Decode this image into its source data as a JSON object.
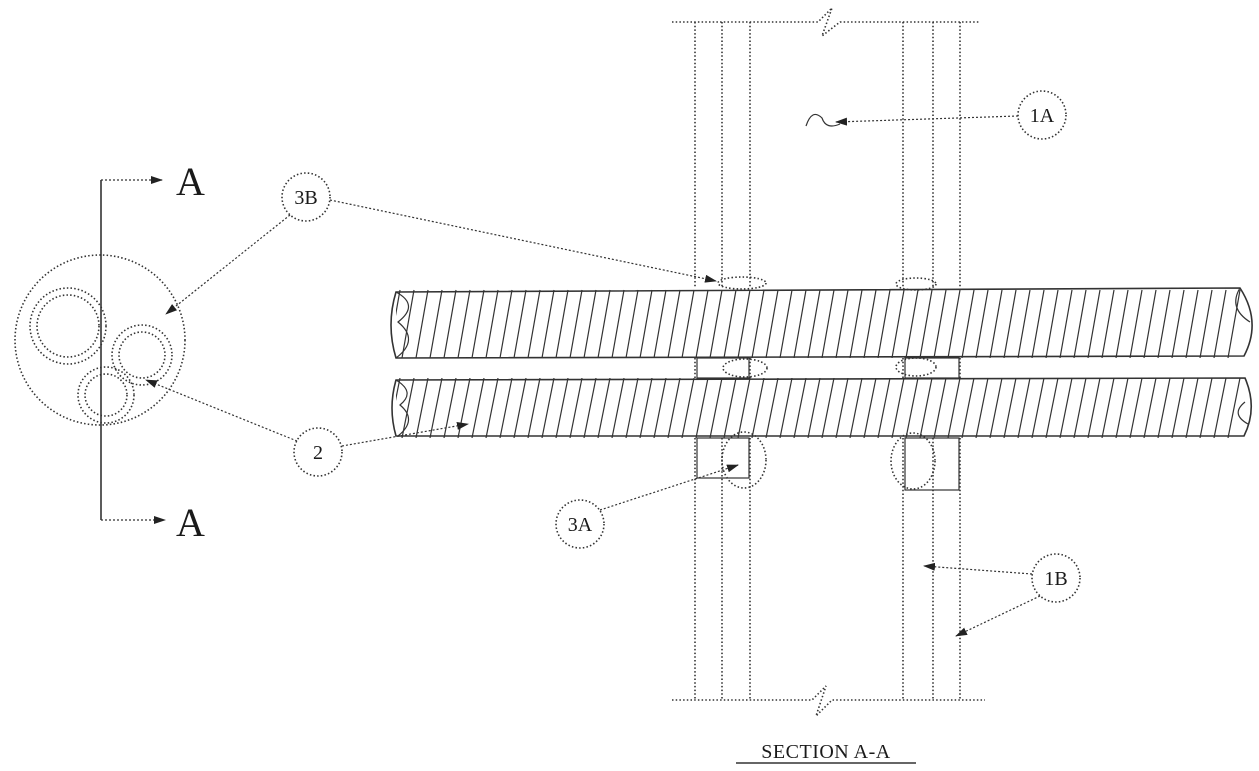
{
  "section_marker": {
    "top_letter": "A",
    "bottom_letter": "A"
  },
  "callouts": {
    "c1a": "1A",
    "c1b": "1B",
    "c2": "2",
    "c3a": "3A",
    "c3b": "3B"
  },
  "title": "SECTION A-A"
}
